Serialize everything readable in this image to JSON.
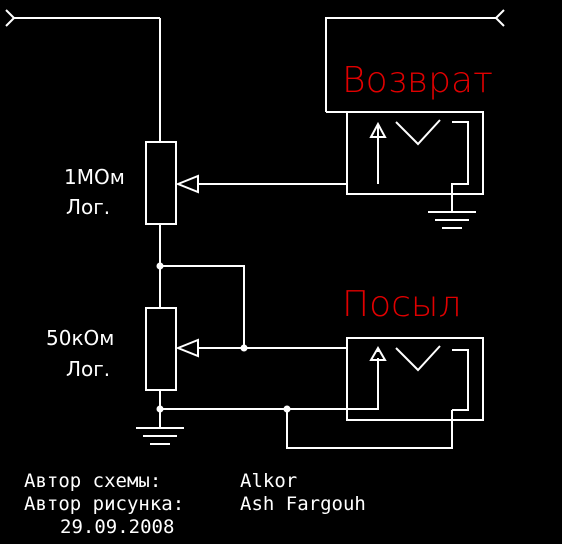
{
  "colors": {
    "background": "#000000",
    "wire": "#ffffff",
    "title": "#e00000"
  },
  "titles": {
    "return": "Возврат",
    "send": "Посыл"
  },
  "components": {
    "pot_top": {
      "value": "1МОм",
      "taper": "Лог."
    },
    "pot_bottom": {
      "value": "50кОм",
      "taper": "Лог."
    }
  },
  "credits": {
    "scheme_label": "Автор схемы:",
    "scheme_author": "Alkor",
    "drawing_label": "Автор рисунка:",
    "drawing_author": "Ash Fargouh",
    "date": "29.09.2008"
  },
  "icons": [
    "input-terminal-icon",
    "jack-socket-icon",
    "ground-icon",
    "potentiometer-icon",
    "junction-dot-icon"
  ]
}
